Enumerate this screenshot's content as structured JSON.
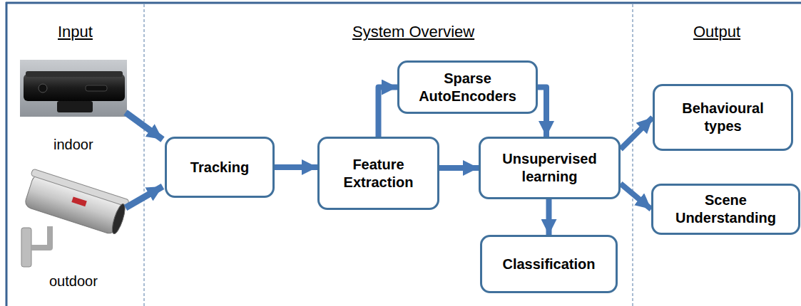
{
  "diagram": {
    "nodes": [
      {
        "text": [
          "Tracking"
        ]
      },
      {
        "text": [
          "Feature Extraction"
        ]
      },
      {
        "text": [
          "Sparse AutoEncoders"
        ]
      },
      {
        "text": [
          "Unsupervised learning"
        ]
      },
      {
        "text": [
          "Classification"
        ]
      },
      {
        "text": [
          "Behavioural types"
        ]
      },
      {
        "text": [
          "Scene Understanding"
        ]
      }
    ],
    "edges": [
      {
        "from": 0,
        "to": 1,
        "arrow": "to"
      },
      {
        "from": 1,
        "to": 2,
        "arrow": "to"
      },
      {
        "from": 2,
        "to": 3,
        "arrow": "to"
      },
      {
        "from": 1,
        "to": 3,
        "arrow": "to"
      },
      {
        "from": 3,
        "to": 4,
        "arrow": "to"
      },
      {
        "from": 3,
        "to": 5,
        "arrow": "to"
      },
      {
        "from": 3,
        "to": 6,
        "arrow": "to"
      }
    ],
    "labels": [
      "Input",
      "System Overview",
      "Output",
      "indoor",
      "outdoor"
    ]
  }
}
